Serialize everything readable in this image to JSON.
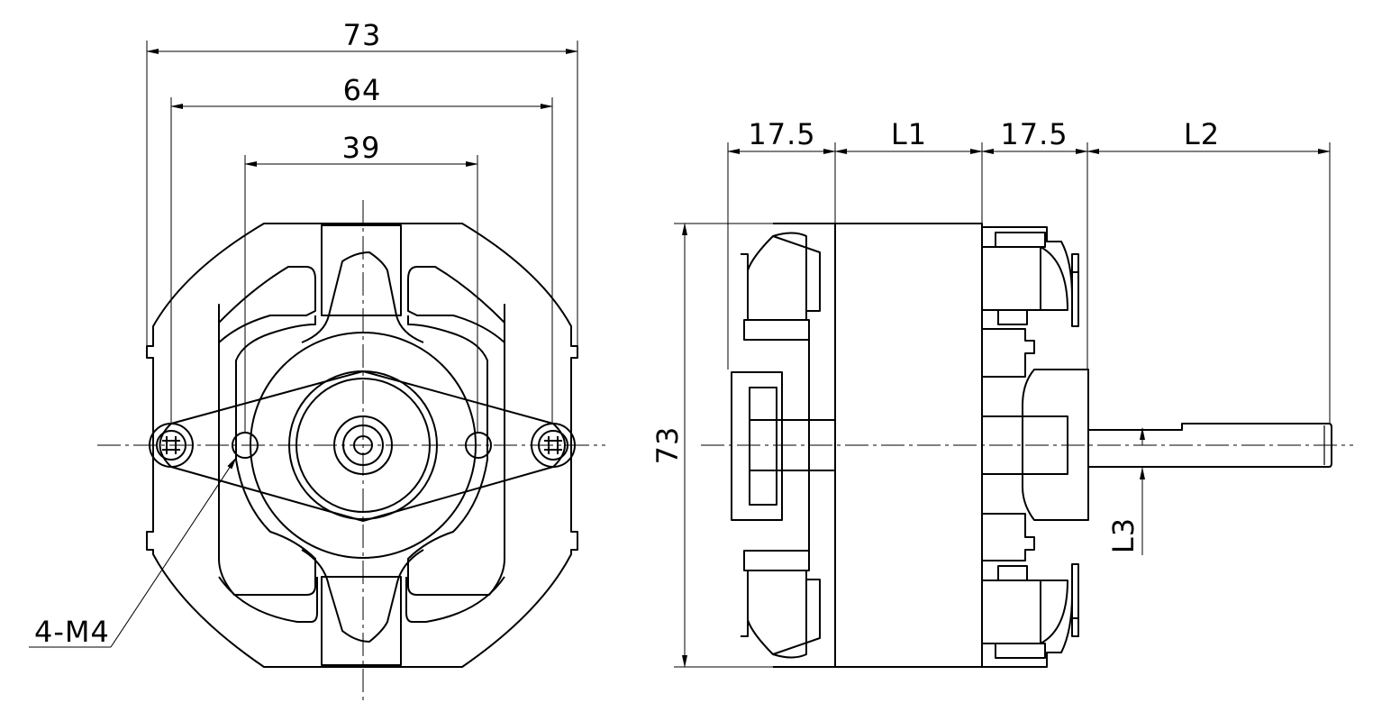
{
  "front_view": {
    "dims": {
      "overall_width": "73",
      "mount_pitch": "64",
      "inner_hole_pitch": "39"
    },
    "callout": "4-M4"
  },
  "side_view": {
    "dims": {
      "left_coil": "17.5",
      "stack_length": "L1",
      "right_coil": "17.5",
      "shaft_extension": "L2",
      "height": "73",
      "shaft_offset": "L3"
    }
  }
}
